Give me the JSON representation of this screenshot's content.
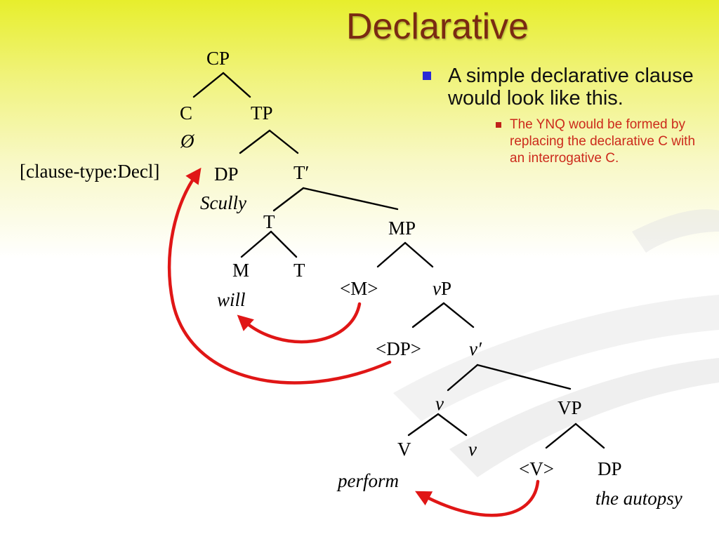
{
  "title": "Declarative",
  "bullets": {
    "main": "A simple declarative clause would look like this.",
    "sub": "The YNQ would be formed by replacing the declarative C with an interrogative C."
  },
  "tree": {
    "CP": "CP",
    "C": "C",
    "C_null": "Ø",
    "clause_type": "[clause-type:Decl]",
    "TP": "TP",
    "DP_subj": "DP",
    "Scully": "Scully",
    "T_bar": "T′",
    "T_top": "T",
    "MP": "MP",
    "M": "M",
    "will": "will",
    "T_low": "T",
    "M_trace": "<M>",
    "vP_v": "v",
    "vP_P": "P",
    "DP_trace": "<DP>",
    "v_bar": "v′",
    "v_head": "v",
    "VP": "VP",
    "V": "V",
    "perform": "perform",
    "v_low": "v",
    "V_trace": "<V>",
    "DP_obj": "DP",
    "the_autopsy": "the autopsy"
  },
  "colors": {
    "title": "#7a2a12",
    "arrow": "#e01616",
    "bullet_main": "#2a2ad6",
    "bullet_sub_text": "#cc2a1c"
  }
}
